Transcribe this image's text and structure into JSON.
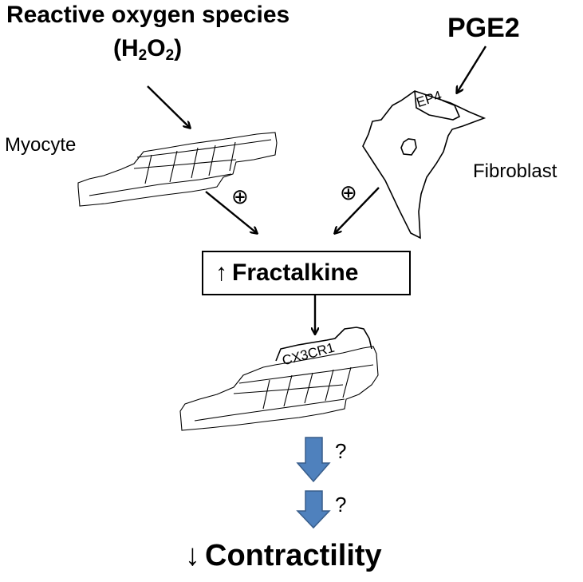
{
  "inputs": {
    "ros_line1": "Reactive oxygen species",
    "ros_formula": {
      "open": "(H",
      "sub1": "2",
      "mid": "O",
      "sub2": "2",
      "close": ")"
    },
    "pge2": "PGE2"
  },
  "cells": {
    "myocyte_label": "Myocyte",
    "fibroblast_label": "Fibroblast",
    "fibroblast_receptor": "EP4",
    "target_receptor": "CX3CR1"
  },
  "signals": {
    "stimulation_symbol": "⊕",
    "fractalkine": {
      "arrow": "↑",
      "label": "Fractalkine"
    },
    "unknown_step": "?",
    "contractility": {
      "arrow": "↓",
      "label": "Contractility"
    }
  },
  "colors": {
    "ink": "#000000",
    "block_arrow_fill": "#4f81bd",
    "block_arrow_stroke": "#385d8a",
    "background": "#ffffff"
  }
}
